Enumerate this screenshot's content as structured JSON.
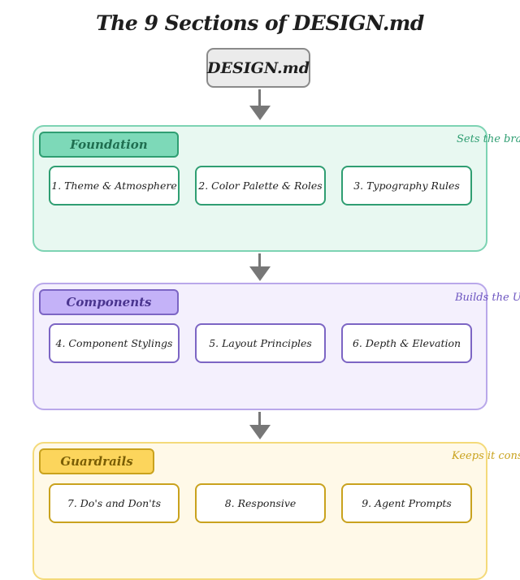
{
  "title": "The 9 Sections of DESIGN.md",
  "root_label": "DESIGN.md",
  "colors": {
    "foundation_border": "#7dd3b3",
    "foundation_fill": "#e8f8f1",
    "foundation_label_fill": "#7dd9b8",
    "foundation_card_border": "#2f9e72",
    "foundation_text": "#2f9e72",
    "components_border": "#b9a8ea",
    "components_fill": "#f4f0fd",
    "components_label_fill": "#c4b2f8",
    "components_card_border": "#7c65c4",
    "components_text": "#6d55c0",
    "guardrails_border": "#f4da7a",
    "guardrails_fill": "#fff9e8",
    "guardrails_label_fill": "#fcd55c",
    "guardrails_card_border": "#c9a21e",
    "guardrails_text": "#c9a21e",
    "arrow": "#777777"
  },
  "groups": {
    "foundation": {
      "label": "Foundation",
      "note": "Sets the bra",
      "cards": [
        "1. Theme & Atmosphere",
        "2. Color Palette & Roles",
        "3. Typography Rules"
      ]
    },
    "components": {
      "label": "Components",
      "note": "Builds the UI",
      "cards": [
        "4. Component Stylings",
        "5. Layout Principles",
        "6. Depth & Elevation"
      ]
    },
    "guardrails": {
      "label": "Guardrails",
      "note": "Keeps it consis",
      "cards": [
        "7. Do's and Don'ts",
        "8. Responsive",
        "9. Agent Prompts"
      ]
    }
  }
}
